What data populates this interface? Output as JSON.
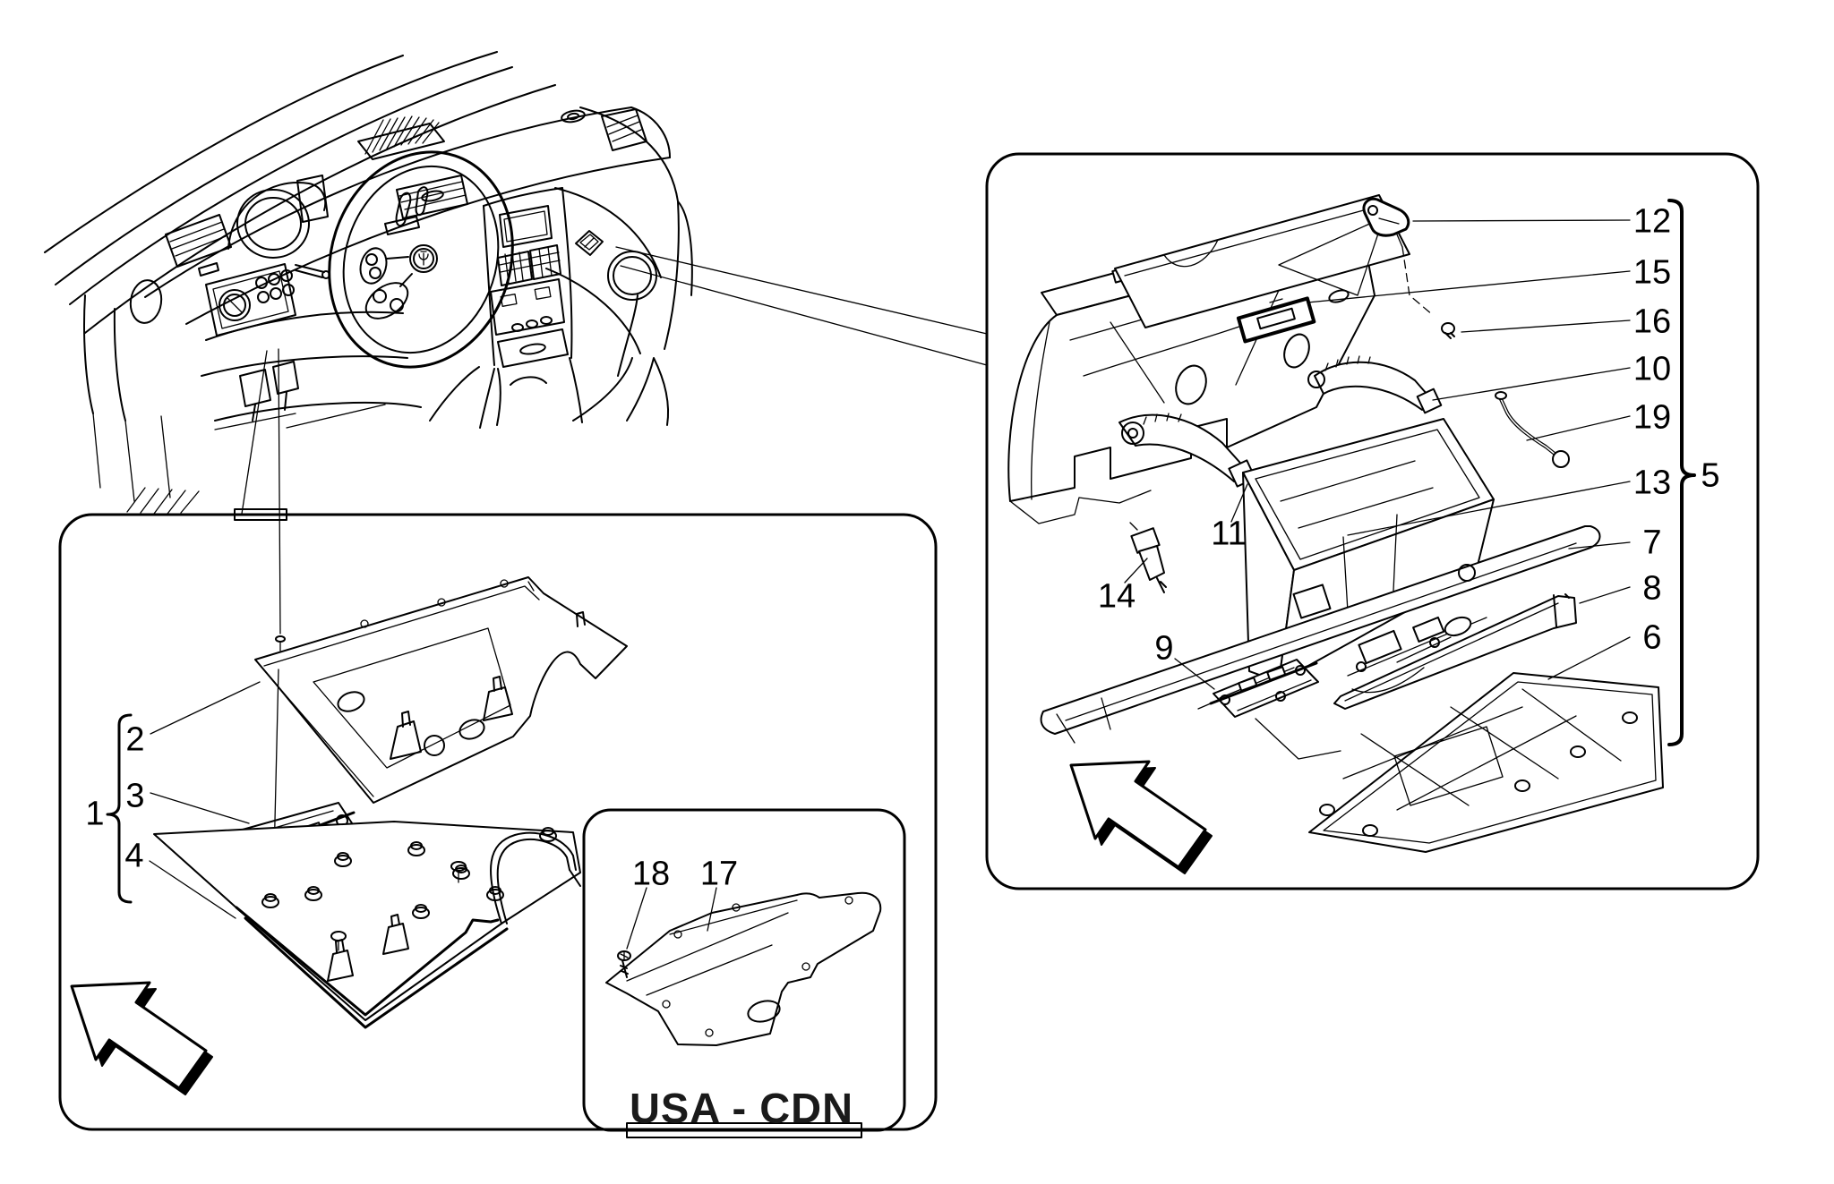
{
  "diagram_type": "exploded-parts-diagram",
  "inset": {
    "label": "USA - CDN"
  },
  "callouts": {
    "c1": "1",
    "c2": "2",
    "c3": "3",
    "c4": "4",
    "c5": "5",
    "c6": "6",
    "c7": "7",
    "c8": "8",
    "c9": "9",
    "c10": "10",
    "c11": "11",
    "c12": "12",
    "c13": "13",
    "c14": "14",
    "c15": "15",
    "c16": "16",
    "c17": "17",
    "c18": "18",
    "c19": "19"
  },
  "colors": {
    "line": "#000000",
    "background": "#ffffff"
  }
}
